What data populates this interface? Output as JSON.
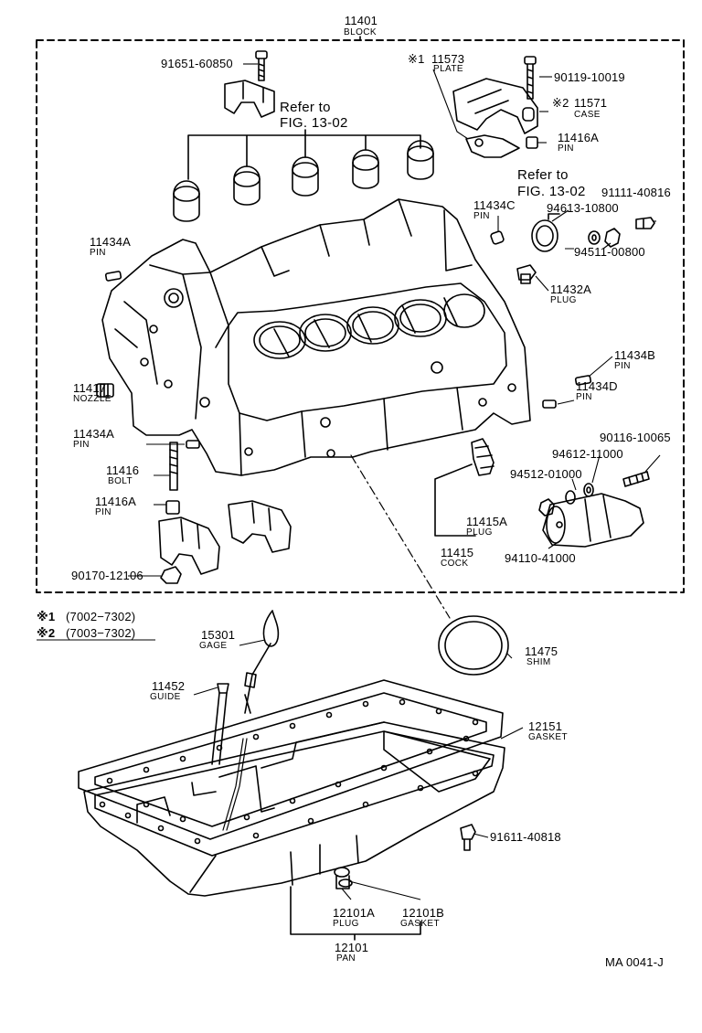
{
  "block": {
    "part_no": "11401",
    "name": "BLOCK"
  },
  "notes": [
    {
      "mark": "※1",
      "range": "(7002−7302)"
    },
    {
      "mark": "※2",
      "range": "(7003−7302)"
    }
  ],
  "refer": [
    {
      "line1": "Refer to",
      "line2": "FIG. 13-02"
    },
    {
      "line1": "Refer to",
      "line2": "FIG. 13-02"
    }
  ],
  "parts": {
    "p91651": {
      "no": "91651-60850"
    },
    "p11573": {
      "mark": "※1",
      "no": "11573",
      "name": "PLATE"
    },
    "p90119": {
      "no": "90119-10019"
    },
    "p11571": {
      "mark": "※2",
      "no": "11571",
      "name": "CASE"
    },
    "p11416A_top": {
      "no": "11416A",
      "name": "PIN"
    },
    "p11434C": {
      "no": "11434C",
      "name": "PIN"
    },
    "p94613": {
      "no": "94613-10800"
    },
    "p91111": {
      "no": "91111-40816"
    },
    "p94511": {
      "no": "94511-00800"
    },
    "p11432A": {
      "no": "11432A",
      "name": "PLUG"
    },
    "p11434A_top": {
      "no": "11434A",
      "name": "PIN"
    },
    "p11434B": {
      "no": "11434B",
      "name": "PIN"
    },
    "p11434D": {
      "no": "11434D",
      "name": "PIN"
    },
    "p11417": {
      "no": "11417",
      "name": "NOZZLE"
    },
    "p11434A_mid": {
      "no": "11434A",
      "name": "PIN"
    },
    "p90116": {
      "no": "90116-10065"
    },
    "p94612": {
      "no": "94612-11000"
    },
    "p94512": {
      "no": "94512-01000"
    },
    "p11416": {
      "no": "11416",
      "name": "BOLT"
    },
    "p11416A_low": {
      "no": "11416A",
      "name": "PIN"
    },
    "p11415A": {
      "no": "11415A",
      "name": "PLUG"
    },
    "p11415": {
      "no": "11415",
      "name": "COCK"
    },
    "p94110": {
      "no": "94110-41000"
    },
    "p90170": {
      "no": "90170-12106"
    },
    "p15301": {
      "no": "15301",
      "name": "GAGE"
    },
    "p11475": {
      "no": "11475",
      "name": "SHIM"
    },
    "p11452": {
      "no": "11452",
      "name": "GUIDE"
    },
    "p12151": {
      "no": "12151",
      "name": "GASKET"
    },
    "p91611": {
      "no": "91611-40818"
    },
    "p12101A": {
      "no": "12101A",
      "name": "PLUG"
    },
    "p12101B": {
      "no": "12101B",
      "name": "GASKET"
    },
    "p12101": {
      "no": "12101",
      "name": "PAN"
    }
  },
  "ref_code": "MA 0041-J"
}
